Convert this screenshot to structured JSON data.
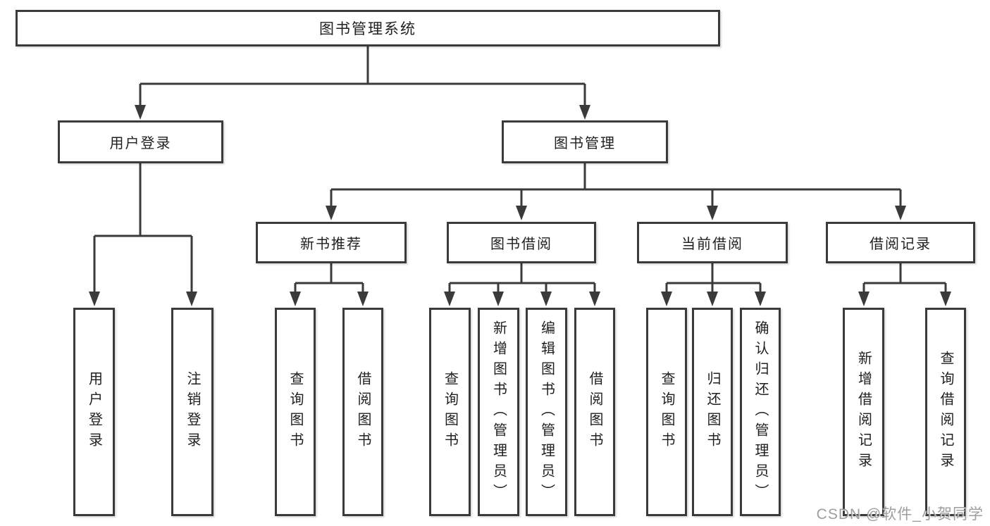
{
  "tree": {
    "root": {
      "label": "图书管理系统"
    },
    "branches": [
      {
        "label": "用户登录",
        "leaves": [
          {
            "label": "用户登录"
          },
          {
            "label": "注销登录"
          }
        ]
      },
      {
        "label": "图书管理",
        "groups": [
          {
            "label": "新书推荐",
            "leaves": [
              {
                "label": "查询图书"
              },
              {
                "label": "借阅图书"
              }
            ]
          },
          {
            "label": "图书借阅",
            "leaves": [
              {
                "label": "查询图书"
              },
              {
                "label": "新增图书（管理员）"
              },
              {
                "label": "编辑图书（管理员）"
              },
              {
                "label": "借阅图书"
              }
            ]
          },
          {
            "label": "当前借阅",
            "leaves": [
              {
                "label": "查询图书"
              },
              {
                "label": "归还图书"
              },
              {
                "label": "确认归还（管理员）"
              }
            ]
          },
          {
            "label": "借阅记录",
            "leaves": [
              {
                "label": "新增借阅记录"
              },
              {
                "label": "查询借阅记录"
              }
            ]
          }
        ]
      }
    ]
  },
  "watermark": "CSDN @软件_小贺同学",
  "colors": {
    "line": "#3a3a3a",
    "box_border": "#3a3a3a",
    "box_fill": "#ffffff",
    "text": "#1f1f1f",
    "watermark": "#919191",
    "background": "#ffffff"
  }
}
